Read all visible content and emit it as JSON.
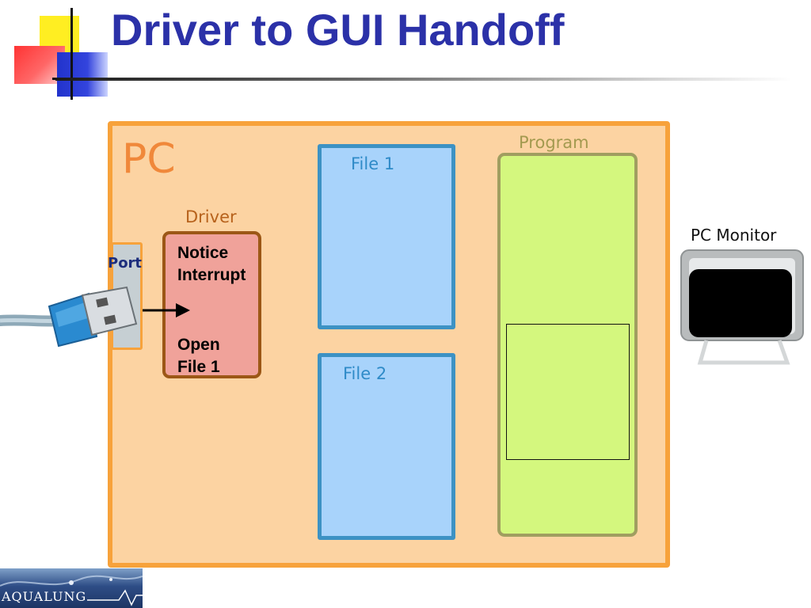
{
  "slide": {
    "title": "Driver to GUI Handoff"
  },
  "diagram": {
    "pc_label": "PC",
    "port_label": "Port",
    "driver": {
      "label": "Driver",
      "line1": "Notice",
      "line2": "Interrupt",
      "line3": "Open",
      "line4": "File 1"
    },
    "file1_label": "File 1",
    "file2_label": "File 2",
    "program_label": "Program",
    "monitor_label": "PC Monitor"
  },
  "footer": {
    "logo_text": "AQUALUNG"
  },
  "colors": {
    "title": "#2b31a8",
    "pc_fill": "#fcd3a2",
    "pc_border": "#f7a23b",
    "driver_fill": "#f0a29a",
    "file_fill": "#a8d3fb",
    "program_fill": "#d4f77e"
  },
  "icons": [
    "usb-plug-icon",
    "arrow-right-icon",
    "monitor-icon"
  ]
}
